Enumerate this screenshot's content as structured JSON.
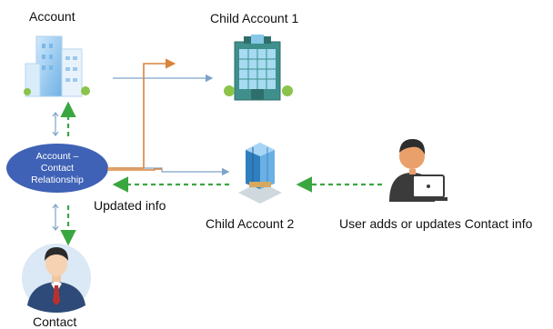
{
  "labels": {
    "account": "Account",
    "child_account_1": "Child Account 1",
    "child_account_2": "Child Account 2",
    "relationship_line1": "Account –",
    "relationship_line2": "Contact",
    "relationship_line3": "Relationship",
    "updated_info": "Updated info",
    "user_action": "User adds or updates Contact info",
    "contact": "Contact"
  },
  "colors": {
    "ellipse": "#3f62b6",
    "green_arrow": "#3aa640",
    "blue_line": "#7ea2c8",
    "orange_line": "#d9843b"
  },
  "icons": [
    "office-building-icon",
    "corporate-building-icon",
    "skyscraper-icon",
    "user-laptop-icon",
    "contact-avatar-icon"
  ]
}
